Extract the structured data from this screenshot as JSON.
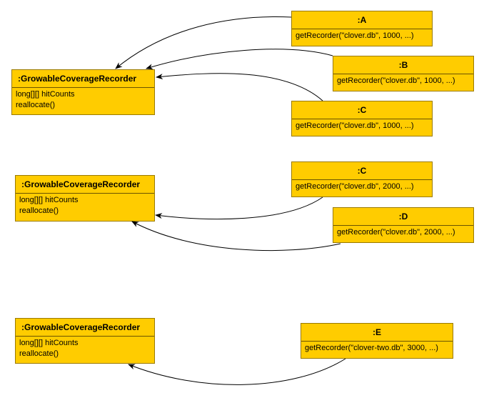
{
  "recorders": [
    {
      "title": ":GrowableCoverageRecorder",
      "fields": [
        "long[][] hitCounts",
        "reallocate()"
      ]
    },
    {
      "title": ":GrowableCoverageRecorder",
      "fields": [
        "long[][] hitCounts",
        "reallocate()"
      ]
    },
    {
      "title": ":GrowableCoverageRecorder",
      "fields": [
        "long[][] hitCounts",
        "reallocate()"
      ]
    }
  ],
  "callers": [
    {
      "title": ":A",
      "call": "getRecorder(\"clover.db\", 1000, ...)"
    },
    {
      "title": ":B",
      "call": "getRecorder(\"clover.db\", 1000, ...)"
    },
    {
      "title": ":C",
      "call": "getRecorder(\"clover.db\", 1000, ...)"
    },
    {
      "title": ":C",
      "call": "getRecorder(\"clover.db\", 2000, ...)"
    },
    {
      "title": ":D",
      "call": "getRecorder(\"clover.db\", 2000, ...)"
    },
    {
      "title": ":E",
      "call": "getRecorder(\"clover-two.db\", 3000, ...)"
    }
  ],
  "colors": {
    "box_fill": "#FFCC00",
    "box_border": "#9a7a00",
    "arrow": "#000000"
  }
}
